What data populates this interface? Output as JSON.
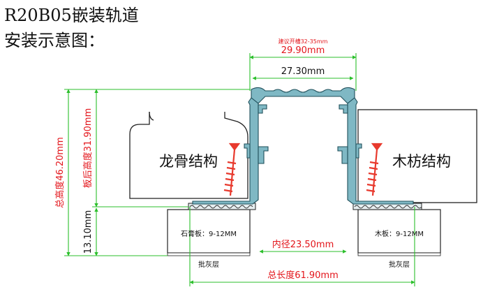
{
  "title": {
    "line1": "R20B05嵌装轨道",
    "line2": "安装示意图："
  },
  "dimensions": {
    "slot_note": "建议开槽32-35mm",
    "outer_width": "29.90mm",
    "inner_top_width": "27.30mm",
    "inner_diameter": "内径23.50mm",
    "total_length": "总长度61.90mm",
    "total_height": "总高度46.20mm",
    "height_after_board": "板后高度31.90mm",
    "board_height": "13.10mm"
  },
  "labels": {
    "keel_structure": "龙骨结构",
    "wood_structure": "木枋结构",
    "gypsum_board": "石膏板：9-12MM",
    "wood_board": "木板：9-12MM",
    "putty_left": "批灰层",
    "putty_right": "批灰层"
  },
  "colors": {
    "track_fill": "#7fb8c4",
    "track_stroke": "#1f4f5a",
    "dimension_line": "#2bbf2b",
    "red_text": "#e3151b",
    "screw": "#e83a2e",
    "outline": "#222222"
  }
}
